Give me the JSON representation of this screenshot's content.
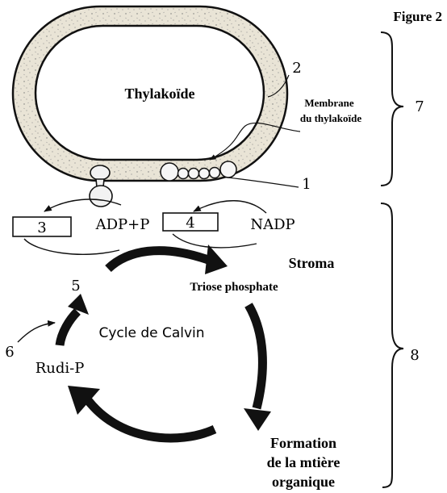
{
  "figure_title": "Figure 2",
  "labels": {
    "thylakoide": "Thylakoïde",
    "membrane_line1": "Membrane",
    "membrane_line2": "du thylakoïde",
    "num_1": "1",
    "num_2": "2",
    "num_3": "3",
    "num_4": "4",
    "num_5": "5",
    "num_6": "6",
    "num_7": "7",
    "num_8": "8",
    "adp_p": "ADP+P",
    "nadp": "NADP",
    "stroma": "Stroma",
    "triose_phosphate": "Triose phosphate",
    "cycle_de_calvin": "Cycle de Calvin",
    "rudi_p": "Rudi-P",
    "formation_line1": "Formation",
    "formation_line2": "de la mtière",
    "formation_line3": "organique"
  },
  "colors": {
    "ink": "#111111",
    "membrane_fill": "#e7e2d4",
    "background": "#ffffff"
  }
}
